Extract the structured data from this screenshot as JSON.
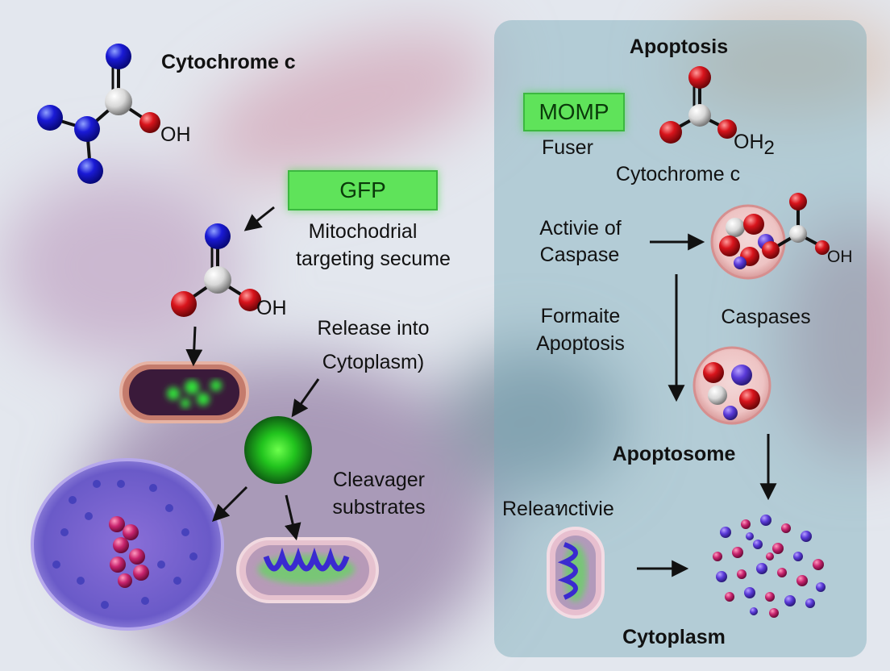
{
  "left": {
    "title": "Cytochrome c",
    "oh_top": "OH",
    "gfp": "GFP",
    "mito_line1": "Mitochodrial",
    "mito_line2": "targeting secume",
    "oh_mid": "OH",
    "release_line1": "Release into",
    "release_line2": "Cytoplasm)",
    "cleavage_line1": "Cleavager",
    "cleavage_line2": "substrates"
  },
  "right": {
    "title": "Apoptosis",
    "momp": "MOMP",
    "fuser": "Fuser",
    "oh2": "OH",
    "oh2_sub": "2",
    "cytochrome": "Cytochrome c",
    "activie_line1": "Activie of",
    "activie_line2": "Caspase",
    "oh_right": "OH",
    "formaite_line1": "Formaite",
    "formaite_line2": "Apoptosis",
    "caspases": "Caspases",
    "apoptosome": "Apoptosome",
    "releactivie": "Releaทctivie",
    "cytoplasm": "Cytoplasm"
  },
  "colors": {
    "atom_blue": "#1a1ad6",
    "atom_red": "#d8141c",
    "atom_white": "#e8e8e8",
    "gfp_green": "#5fe35a",
    "panel": "#7aaab9"
  }
}
